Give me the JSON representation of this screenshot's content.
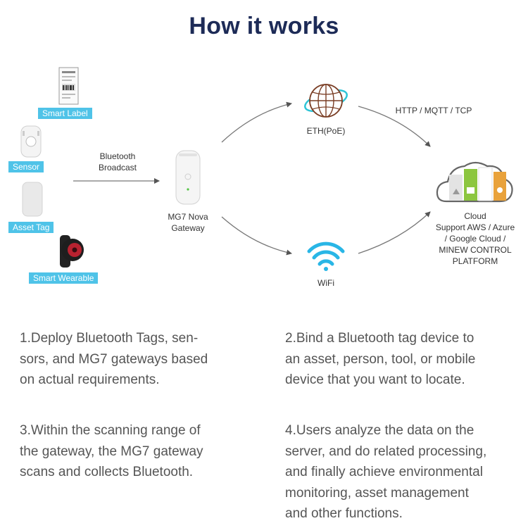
{
  "title": "How it works",
  "devices": {
    "smart_label": "Smart Label",
    "sensor": "Sensor",
    "asset_tag": "Asset Tag",
    "smart_wearable": "Smart Wearable"
  },
  "links": {
    "bluetooth_line1": "Bluetooth",
    "bluetooth_line2": "Broadcast",
    "protocols": "HTTP / MQTT / TCP"
  },
  "gateway": {
    "line1": "MG7 Nova",
    "line2": "Gateway"
  },
  "eth": "ETH(PoE)",
  "wifi": "WiFi",
  "cloud": {
    "line1": "Cloud",
    "line2": "Support AWS / Azure",
    "line3": "/ Google Cloud /",
    "line4": "MINEW CONTROL",
    "line5": "PLATFORM"
  },
  "steps": {
    "s1_l1": "1.Deploy Bluetooth Tags, sen-",
    "s1_l2": "sors, and MG7 gateways based",
    "s1_l3": "on actual requirements.",
    "s2_l1": "2.Bind a Bluetooth tag device to",
    "s2_l2": "an asset, person, tool, or mobile",
    "s2_l3": "device that you want to locate.",
    "s3_l1": "3.Within the scanning range of",
    "s3_l2": "the gateway, the MG7 gateway",
    "s3_l3": "scans and collects Bluetooth.",
    "s4_l1": "4.Users analyze the data on the",
    "s4_l2": "server, and do related processing,",
    "s4_l3": "and finally achieve environmental",
    "s4_l4": "monitoring, asset management",
    "s4_l5": "and other functions."
  },
  "colors": {
    "title": "#1d2b57",
    "tag_bg": "#4fc3e8",
    "wifi": "#29b6e6",
    "globe_ring": "#2ec4d6",
    "cloud_green": "#8cc63f",
    "cloud_orange": "#e9a23b"
  },
  "icons": [
    "smart-label-icon",
    "sensor-icon",
    "asset-tag-icon",
    "smart-wearable-icon",
    "gateway-icon",
    "globe-icon",
    "wifi-icon",
    "cloud-icon"
  ]
}
